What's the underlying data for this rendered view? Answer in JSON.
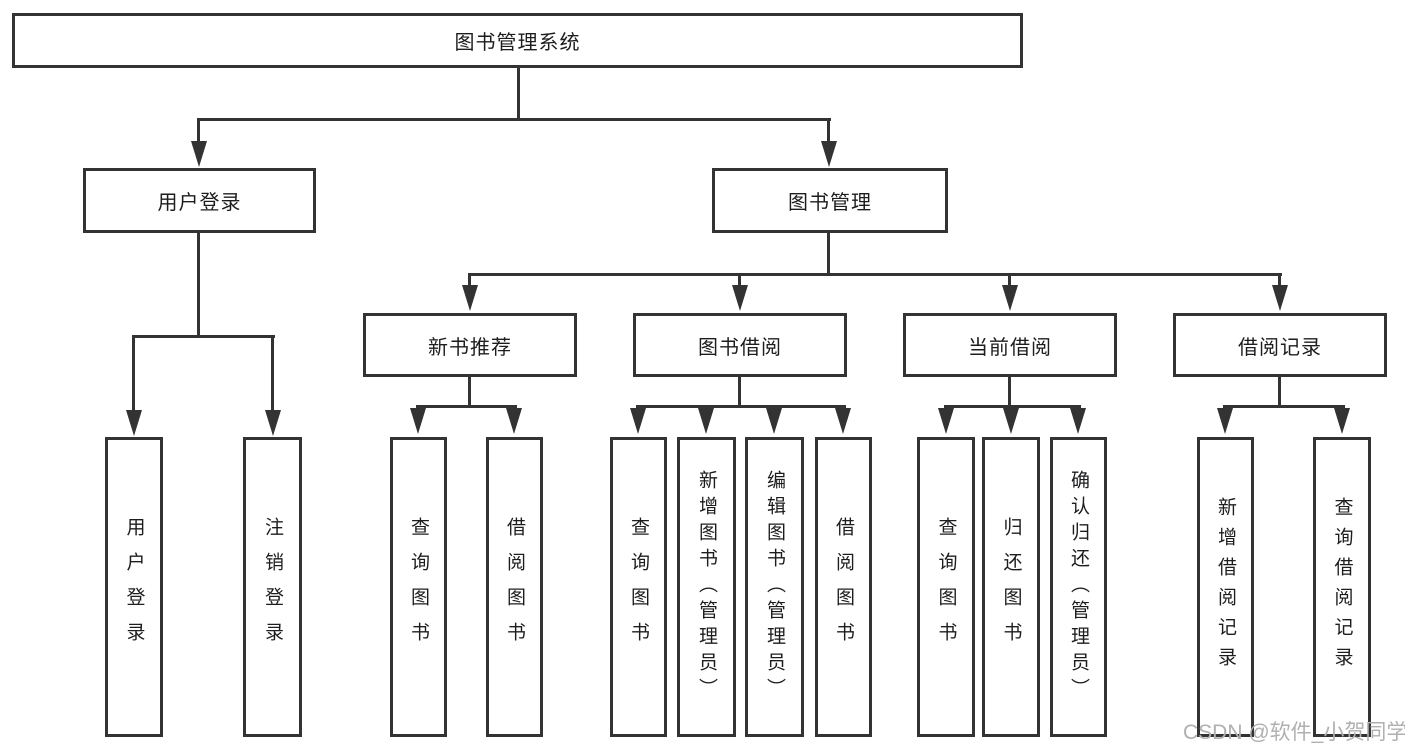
{
  "diagram": {
    "root": "图书管理系统",
    "level2": [
      "用户登录",
      "图书管理"
    ],
    "level3": [
      "新书推荐",
      "图书借阅",
      "当前借阅",
      "借阅记录"
    ],
    "leaves_user_login": [
      "用户登录",
      "注销登录"
    ],
    "leaves_new_books": [
      "查询图书",
      "借阅图书"
    ],
    "leaves_book_borrow": [
      "查询图书",
      "新增图书（管理员）",
      "编辑图书（管理员）",
      "借阅图书"
    ],
    "leaves_current_borrow": [
      "查询图书",
      "归还图书",
      "确认归还（管理员）"
    ],
    "leaves_borrow_records": [
      "新增借阅记录",
      "查询借阅记录"
    ]
  },
  "watermark": "CSDN @软件_小贺同学",
  "colors": {
    "line": "#333333",
    "text": "#1d1d1f",
    "watermark": "#b0b0b0",
    "background": "#ffffff"
  }
}
